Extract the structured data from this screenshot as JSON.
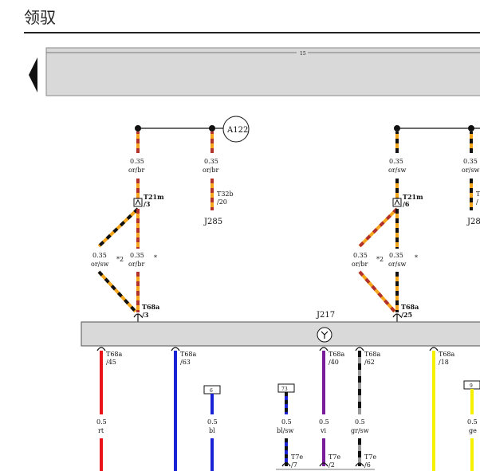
{
  "page": {
    "title": "领驭"
  },
  "top_bar": {
    "label": "15"
  },
  "colors": {
    "or": "#f5a51b",
    "br": "#b2312b",
    "sw": "#111111",
    "rt": "#e8141a",
    "bl": "#1a22d6",
    "vi": "#7a1d9a",
    "gr": "#9a9a9a",
    "ge": "#f5f000",
    "module_fill": "#d9d9d9",
    "module_stroke": "#6a6a6a"
  },
  "components": {
    "a122": "A122",
    "j285_left": "J285",
    "j285_right": "J28",
    "j217": "J217"
  },
  "group_left": {
    "w1_size": "0.35",
    "w1_color": "or/br",
    "w2_size": "0.35",
    "w2_color": "or/br",
    "w2_conn": "T32b",
    "w2_pin": "/20",
    "t21m": "T21m",
    "t21m_pin": "/3",
    "split_a_size": "0.35",
    "split_a_color": "or/sw",
    "split_a_mark": "*2",
    "split_b_size": "0.35",
    "split_b_color": "or/br",
    "split_b_mark": "*",
    "t68a": "T68a",
    "t68a_pin": "/3"
  },
  "group_right": {
    "w1_size": "0.35",
    "w1_color": "or/sw",
    "w2_size": "0.35",
    "w2_color": "or/sw",
    "w2_conn": "T",
    "w2_pin": "/",
    "t21m": "T21m",
    "t21m_pin": "/6",
    "split_a_size": "0.35",
    "split_a_color": "or/br",
    "split_a_mark": "*2",
    "split_b_size": "0.35",
    "split_b_color": "or/sw",
    "split_b_mark": "*",
    "t68a": "T68a",
    "t68a_pin": "/25"
  },
  "bottom_wires": [
    {
      "conn": "T68a",
      "pin": "/45",
      "size": "0.5",
      "color": "rt"
    },
    {
      "conn": "T68a",
      "pin": "/63",
      "size": "",
      "color": ""
    },
    {
      "fuse": "6",
      "size": "0.5",
      "color": "bl"
    },
    {
      "fuse": "73",
      "size": "0.5",
      "color": "bl/sw",
      "conn": "T7e",
      "pin": "/7"
    },
    {
      "conn": "T68a",
      "pin": "/40",
      "size": "0.5",
      "color": "vi",
      "conn2": "T7e",
      "pin2": "/2"
    },
    {
      "conn": "T68a",
      "pin": "/62",
      "size": "0.5",
      "color": "gr/sw",
      "conn2": "T7e",
      "pin2": "/6"
    },
    {
      "conn": "T68a",
      "pin": "/18",
      "size": "",
      "color": ""
    },
    {
      "fuse": "9",
      "size": "0.5",
      "color": "ge"
    }
  ]
}
